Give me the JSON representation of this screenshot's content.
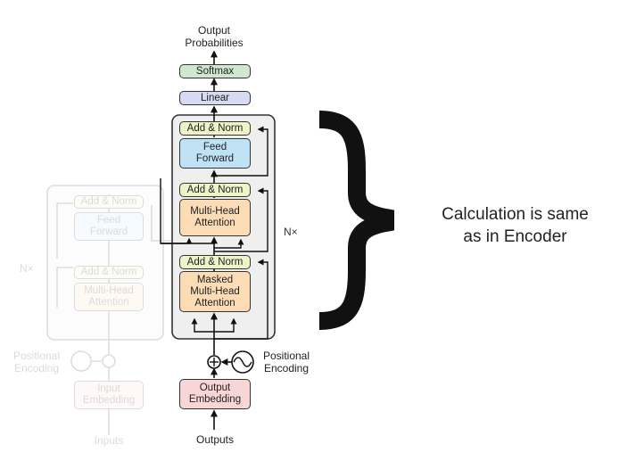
{
  "decoder": {
    "output_probabilities": "Output\nProbabilities",
    "softmax": "Softmax",
    "linear": "Linear",
    "add_norm": "Add & Norm",
    "feed_forward": "Feed\nForward",
    "multi_head_attention": "Multi-Head\nAttention",
    "masked_multi_head_attention": "Masked\nMulti-Head\nAttention",
    "nx": "N×",
    "positional_encoding": "Positional\nEncoding",
    "output_embedding": "Output\nEmbedding",
    "outputs": "Outputs"
  },
  "encoder": {
    "add_norm": "Add & Norm",
    "feed_forward": "Feed\nForward",
    "multi_head_attention": "Multi-Head\nAttention",
    "nx": "N×",
    "positional_encoding": "Positional\nEncoding",
    "input_embedding": "Input\nEmbedding",
    "inputs": "Inputs"
  },
  "annotation": "Calculation is same\nas in Encoder",
  "colors": {
    "softmax": "#cfe8cf",
    "linear": "#d6daf3",
    "add_norm": "#eef3c8",
    "feed_forward": "#bfe3f5",
    "attention": "#fcdcb5",
    "embedding": "#f9d6d6",
    "layer_box": "#efefef"
  }
}
